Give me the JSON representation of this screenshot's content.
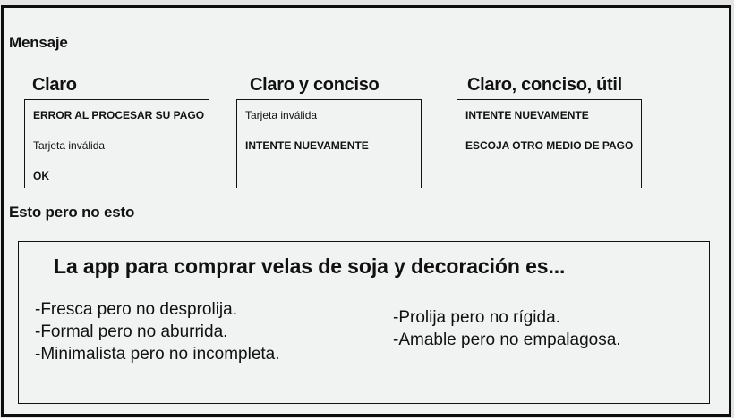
{
  "sections": {
    "message": {
      "title": "Mensaje",
      "columns": [
        {
          "title": "Claro",
          "lines": [
            {
              "text": "ERROR AL PROCESAR SU PAGO",
              "bold": true
            },
            {
              "text": "Tarjeta inválida",
              "bold": false
            },
            {
              "text": "OK",
              "bold": true
            }
          ]
        },
        {
          "title": "Claro y conciso",
          "lines": [
            {
              "text": "Tarjeta inválida",
              "bold": false
            },
            {
              "text": "INTENTE NUEVAMENTE",
              "bold": true
            }
          ]
        },
        {
          "title": "Claro, conciso, útil",
          "lines": [
            {
              "text": "INTENTE NUEVAMENTE",
              "bold": true
            },
            {
              "text": "ESCOJA OTRO MEDIO DE PAGO",
              "bold": true
            }
          ]
        }
      ]
    },
    "this_not_that": {
      "title": "Esto pero no esto",
      "heading": "La app para comprar velas de soja y decoración es...",
      "left_traits": [
        "-Fresca pero no desprolija.",
        "-Formal pero no aburrida.",
        "-Minimalista pero no incompleta."
      ],
      "right_traits": [
        "-Prolija pero no rígida.",
        "-Amable pero no empalagosa."
      ]
    }
  },
  "colors": {
    "background": "#f1f2f2",
    "outer_background": "#e4e4e4",
    "border": "#111111",
    "text": "#111111"
  }
}
